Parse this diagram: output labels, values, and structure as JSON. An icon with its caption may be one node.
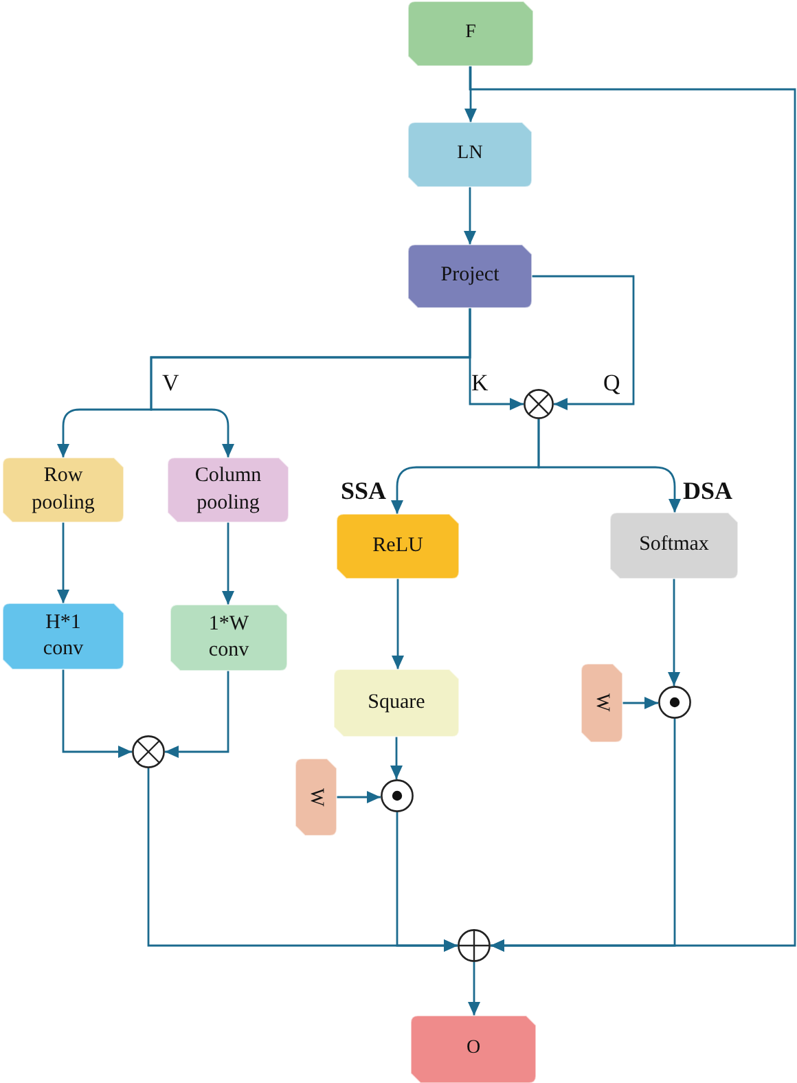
{
  "diagram": {
    "nodes": [
      {
        "text": [
          "F"
        ]
      },
      {
        "text": [
          "LN"
        ]
      },
      {
        "text": [
          "Project"
        ]
      },
      {
        "text": [],
        "shape": "circle"
      },
      {
        "text": [
          "Row pooling"
        ]
      },
      {
        "text": [
          "Column pooling"
        ]
      },
      {
        "text": [
          "ReLU"
        ]
      },
      {
        "text": [
          "Softmax"
        ]
      },
      {
        "text": [
          "H*1 conv"
        ]
      },
      {
        "text": [
          "1*W conv"
        ]
      },
      {
        "text": [
          "Square"
        ]
      },
      {
        "text": [
          "W"
        ]
      },
      {
        "text": [],
        "shape": "circle"
      },
      {
        "text": [],
        "shape": "circle"
      },
      {
        "text": [
          "W"
        ]
      },
      {
        "text": [],
        "shape": "circle"
      },
      {
        "text": [],
        "shape": "circle"
      },
      {
        "text": [
          "O"
        ]
      }
    ],
    "edges": [
      {
        "from": 0,
        "to": 1,
        "arrow": "to"
      },
      {
        "from": 1,
        "to": 2,
        "arrow": "to"
      },
      {
        "from": 2,
        "to": 4,
        "arrow": "to",
        "label": "V"
      },
      {
        "from": 2,
        "to": 5,
        "arrow": "to"
      },
      {
        "from": 2,
        "to": 3,
        "arrow": "to",
        "label": "K"
      },
      {
        "from": 2,
        "to": 3,
        "arrow": "to",
        "label": "Q"
      },
      {
        "from": 4,
        "to": 8,
        "arrow": "to"
      },
      {
        "from": 5,
        "to": 9,
        "arrow": "to"
      },
      {
        "from": 8,
        "to": 13,
        "arrow": "to"
      },
      {
        "from": 9,
        "to": 13,
        "arrow": "to"
      },
      {
        "from": 3,
        "to": 6,
        "arrow": "to"
      },
      {
        "from": 3,
        "to": 7,
        "arrow": "to"
      },
      {
        "from": 6,
        "to": 10,
        "arrow": "to"
      },
      {
        "from": 10,
        "to": 15,
        "arrow": "to"
      },
      {
        "from": 14,
        "to": 15,
        "arrow": "to"
      },
      {
        "from": 7,
        "to": 12,
        "arrow": "to"
      },
      {
        "from": 11,
        "to": 12,
        "arrow": "to"
      },
      {
        "from": 13,
        "to": 16,
        "arrow": "to"
      },
      {
        "from": 15,
        "to": 16,
        "arrow": "to"
      },
      {
        "from": 12,
        "to": 16,
        "arrow": "to"
      },
      {
        "from": 0,
        "to": 16,
        "arrow": "to"
      },
      {
        "from": 16,
        "to": 17,
        "arrow": "to"
      }
    ],
    "labels": [
      "SSA",
      "DSA"
    ]
  }
}
